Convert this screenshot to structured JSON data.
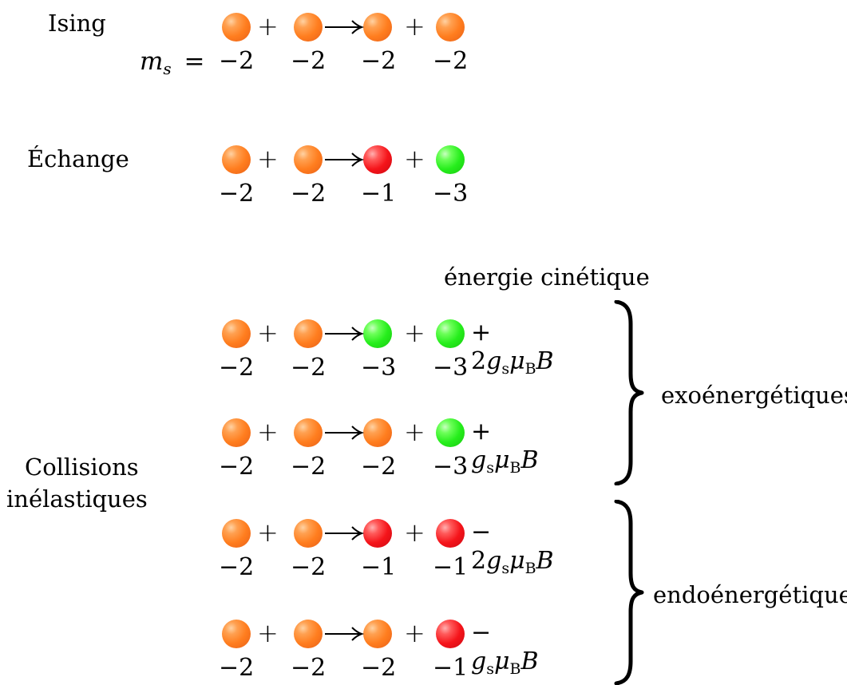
{
  "labels": {
    "ising": "Ising",
    "echange": "Échange",
    "collisions_line1": "Collisions",
    "collisions_line2": "inélastiques",
    "energie_cinetique": "énergie cinétique",
    "exo": "exoénergétiques",
    "endo": "endoénergétiques",
    "ms_symbol": "m",
    "ms_sub": "s",
    "ms_eq": "="
  },
  "reactions": [
    {
      "balls": [
        "orange",
        "orange",
        "orange",
        "orange"
      ],
      "ms": [
        "−2",
        "−2",
        "−2",
        "−2"
      ],
      "energy": ""
    },
    {
      "balls": [
        "orange",
        "orange",
        "red",
        "green"
      ],
      "ms": [
        "−2",
        "−2",
        "−1",
        "−3"
      ],
      "energy": ""
    },
    {
      "balls": [
        "orange",
        "orange",
        "green",
        "green"
      ],
      "ms": [
        "−2",
        "−2",
        "−3",
        "−3"
      ],
      "energy": "+ 2gsμBB"
    },
    {
      "balls": [
        "orange",
        "orange",
        "orange",
        "green"
      ],
      "ms": [
        "−2",
        "−2",
        "−2",
        "−3"
      ],
      "energy": "+ gsμBB"
    },
    {
      "balls": [
        "orange",
        "orange",
        "red",
        "red"
      ],
      "ms": [
        "−2",
        "−2",
        "−1",
        "−1"
      ],
      "energy": "− 2gsμBB"
    },
    {
      "balls": [
        "orange",
        "orange",
        "orange",
        "red"
      ],
      "ms": [
        "−2",
        "−2",
        "−2",
        "−1"
      ],
      "energy": "− gsμBB"
    }
  ],
  "colors": {
    "orange": "#ff7d1e",
    "red": "#f5141a",
    "green": "#26ee1c"
  },
  "operators": {
    "plus": "+",
    "arrow": "→"
  }
}
